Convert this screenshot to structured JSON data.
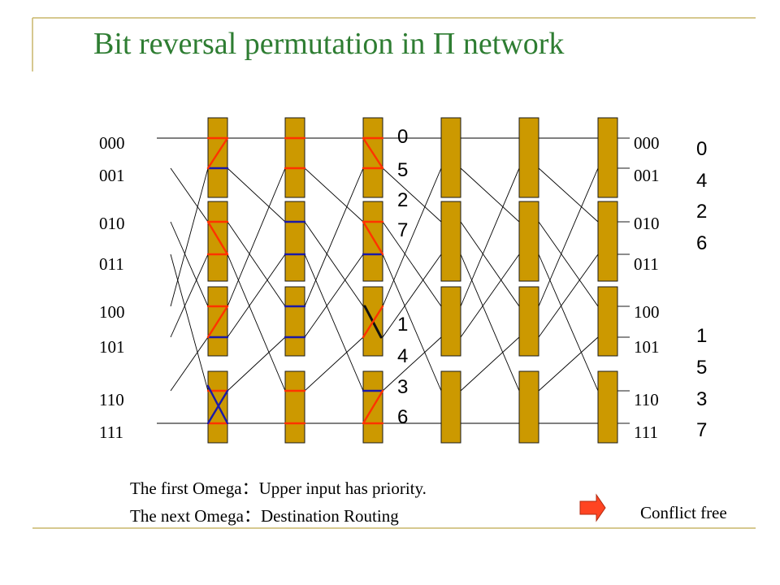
{
  "title": "Bit reversal permutation in Π network",
  "colors": {
    "title": "#2e7d32",
    "accent_line": "#c9b56a",
    "switch_fill": "#cc9900",
    "red_path": "#ff3300",
    "blue_path": "#1a1aa8",
    "arrow": "#ff4422"
  },
  "input_labels": [
    "000",
    "001",
    "010",
    "011",
    "100",
    "101",
    "110",
    "111"
  ],
  "output_labels": [
    "000",
    "001",
    "010",
    "011",
    "100",
    "101",
    "110",
    "111"
  ],
  "mid_upper_digits": [
    "0",
    "5",
    "2",
    "7"
  ],
  "mid_lower_digits": [
    "1",
    "4",
    "3",
    "6"
  ],
  "out_upper_digits": [
    "0",
    "4",
    "2",
    "6"
  ],
  "out_lower_digits": [
    "1",
    "5",
    "3",
    "7"
  ],
  "note1": "The first Omega：Upper input has priority.",
  "note2": "The next Omega：Destination    Routing",
  "conflict": "Conflict free"
}
